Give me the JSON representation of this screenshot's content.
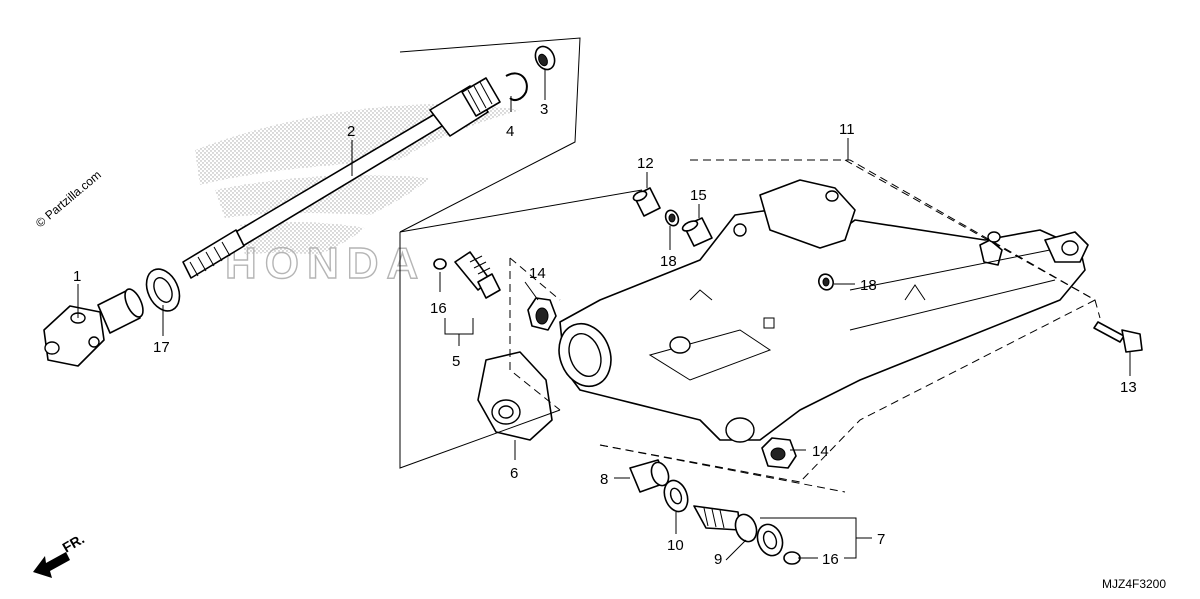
{
  "diagram": {
    "watermark": "© Partzilla.com",
    "diagram_code": "MJZ4F3200",
    "direction_label": "FR.",
    "brand_watermark_text": "HONDA",
    "callouts": [
      {
        "id": "c1",
        "label": "1"
      },
      {
        "id": "c2",
        "label": "2"
      },
      {
        "id": "c3",
        "label": "3"
      },
      {
        "id": "c4",
        "label": "4"
      },
      {
        "id": "c5",
        "label": "5"
      },
      {
        "id": "c6",
        "label": "6"
      },
      {
        "id": "c7",
        "label": "7"
      },
      {
        "id": "c8",
        "label": "8"
      },
      {
        "id": "c9",
        "label": "9"
      },
      {
        "id": "c10",
        "label": "10"
      },
      {
        "id": "c11",
        "label": "11"
      },
      {
        "id": "c12",
        "label": "12"
      },
      {
        "id": "c13",
        "label": "13"
      },
      {
        "id": "c14a",
        "label": "14"
      },
      {
        "id": "c14b",
        "label": "14"
      },
      {
        "id": "c15",
        "label": "15"
      },
      {
        "id": "c16a",
        "label": "16"
      },
      {
        "id": "c16b",
        "label": "16"
      },
      {
        "id": "c17",
        "label": "17"
      },
      {
        "id": "c18a",
        "label": "18"
      },
      {
        "id": "c18b",
        "label": "18"
      }
    ]
  }
}
